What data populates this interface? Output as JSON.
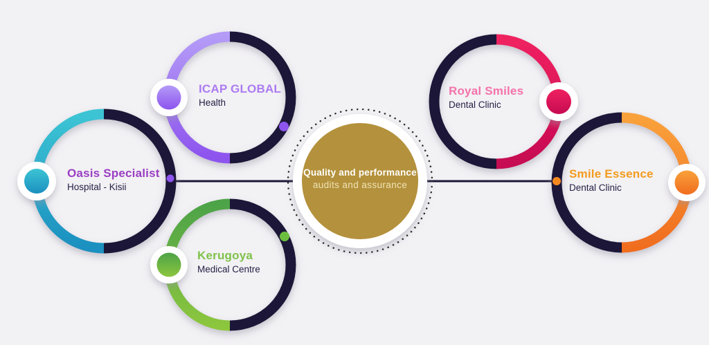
{
  "palette": {
    "background": "#f2f1f4",
    "ring_dark": "#1e1838",
    "line": "#1e1838",
    "dotted": "#2b2b2b",
    "text_dark": "#262045",
    "badge_white": "#ffffff"
  },
  "center": {
    "title": "Quality and performance",
    "subtitle": "audits and assurance",
    "fill": "#b4913c",
    "title_color": "#ffffff",
    "subtitle_color": "#efe3b4"
  },
  "nodes": [
    {
      "id": "icap-global",
      "title": "ICAP GLOBAL",
      "subtitle": "Health",
      "title_color": "#ab7bf0",
      "grad_start": "#b49bf7",
      "grad_end": "#8d54ee",
      "dot_color": "#8d54ee"
    },
    {
      "id": "oasis-specialist",
      "title": "Oasis Specialist",
      "subtitle": "Hospital - Kisii",
      "title_color": "#9a3fc3",
      "grad_start": "#3cc4d4",
      "grad_end": "#1b90c0",
      "dot_color": "#8d54ee"
    },
    {
      "id": "kerugoya",
      "title": "Kerugoya",
      "subtitle": "Medical Centre",
      "title_color": "#7fc24a",
      "grad_start": "#4da347",
      "grad_end": "#8cc63e",
      "dot_color": "#6cbf3e"
    },
    {
      "id": "royal-smiles",
      "title": "Royal Smiles",
      "subtitle": "Dental Clinic",
      "title_color": "#f473aa",
      "grad_start": "#ef2160",
      "grad_end": "#c60b52",
      "dot_color": "#e0135a"
    },
    {
      "id": "smile-essence",
      "title": "Smile Essence",
      "subtitle": "Dental Clinic",
      "title_color": "#f39b1d",
      "grad_start": "#f9a13b",
      "grad_end": "#f06d1f",
      "dot_color": "#f5871f"
    }
  ]
}
